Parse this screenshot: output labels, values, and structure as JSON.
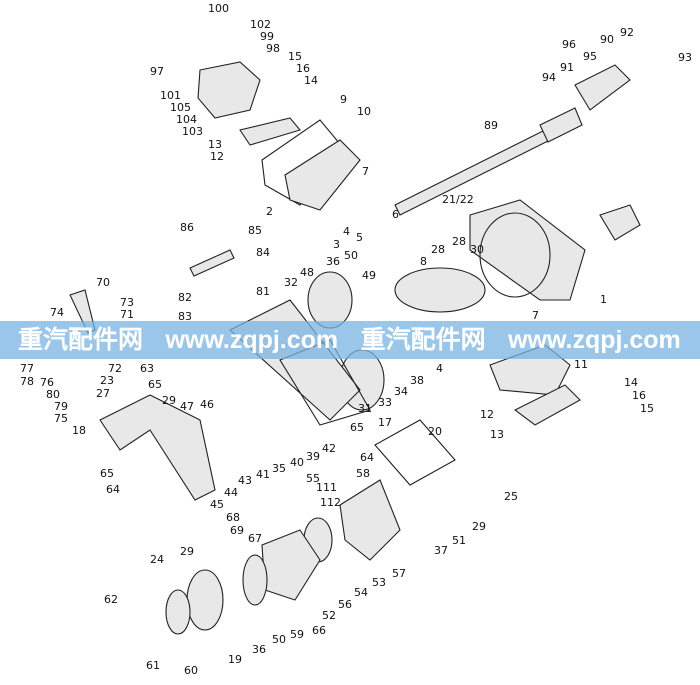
{
  "diagram": {
    "type": "exploded-parts-diagram",
    "labels": [
      "100",
      "102",
      "99",
      "98",
      "97",
      "101",
      "105",
      "104",
      "103",
      "15",
      "16",
      "14",
      "9",
      "10",
      "13",
      "12",
      "2",
      "7",
      "6",
      "4",
      "5",
      "3",
      "89",
      "21/22",
      "28",
      "28",
      "30",
      "96",
      "90",
      "92",
      "95",
      "91",
      "94",
      "93",
      "1",
      "86",
      "85",
      "84",
      "70",
      "82",
      "81",
      "83",
      "32",
      "48",
      "36",
      "50",
      "49",
      "8",
      "7",
      "4",
      "74",
      "73",
      "71",
      "72",
      "77",
      "63",
      "78",
      "23",
      "65",
      "76",
      "27",
      "80",
      "29",
      "79",
      "75",
      "18",
      "47",
      "46",
      "65",
      "64",
      "43",
      "44",
      "45",
      "41",
      "35",
      "40",
      "39",
      "42",
      "17",
      "31",
      "33",
      "34",
      "38",
      "11",
      "14",
      "16",
      "15",
      "12",
      "13",
      "20",
      "65",
      "64",
      "25",
      "58",
      "55",
      "111",
      "112",
      "29",
      "51",
      "37",
      "57",
      "53",
      "54",
      "56",
      "52",
      "66",
      "59",
      "50",
      "36",
      "19",
      "60",
      "61",
      "62",
      "24",
      "29",
      "68",
      "69",
      "67"
    ]
  },
  "watermark": {
    "text_1": "重汽配件网",
    "url_1": "www.zqpj.com",
    "text_2": "重汽配件网",
    "url_2": "www.zqpj.com"
  },
  "colors": {
    "banner": "#78b4e1",
    "line": "#222222"
  }
}
